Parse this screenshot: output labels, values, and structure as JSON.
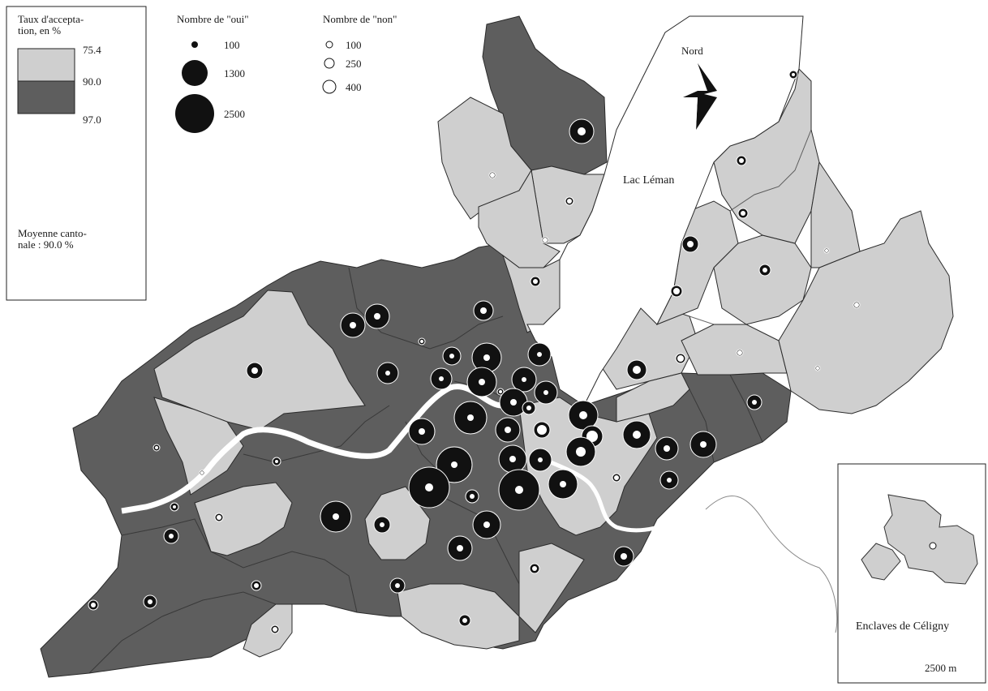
{
  "legend_rate": {
    "title_line1": "Taux d'accepta-",
    "title_line2": "tion, en %",
    "classes": [
      {
        "from": "75.4",
        "to": "90.0",
        "color": "#cfcfcf"
      },
      {
        "from": "90.0",
        "to": "97.0",
        "color": "#5e5e5e"
      }
    ],
    "breaks": [
      "75.4",
      "90.0",
      "97.0"
    ],
    "note_line1": "Moyenne canto-",
    "note_line2": "nale : 90.0 %"
  },
  "legend_yes": {
    "title": "Nombre de \"oui\"",
    "values": [
      "100",
      "1300",
      "2500"
    ],
    "counts": [
      100,
      1300,
      2500
    ]
  },
  "legend_no": {
    "title": "Nombre de \"non\"",
    "values": [
      "100",
      "250",
      "400"
    ],
    "counts": [
      100,
      250,
      400
    ]
  },
  "north_label": "Nord",
  "lake_label": "Lac Léman",
  "inset": {
    "title": "Enclaves de Céligny",
    "scale": "2500 m"
  },
  "colors": {
    "low_class": "#cfcfcf",
    "high_class": "#5e5e5e",
    "yes_symbol": "#111111",
    "no_symbol": "#ffffff",
    "water": "#ffffff",
    "outline": "#2a2a2a"
  }
}
